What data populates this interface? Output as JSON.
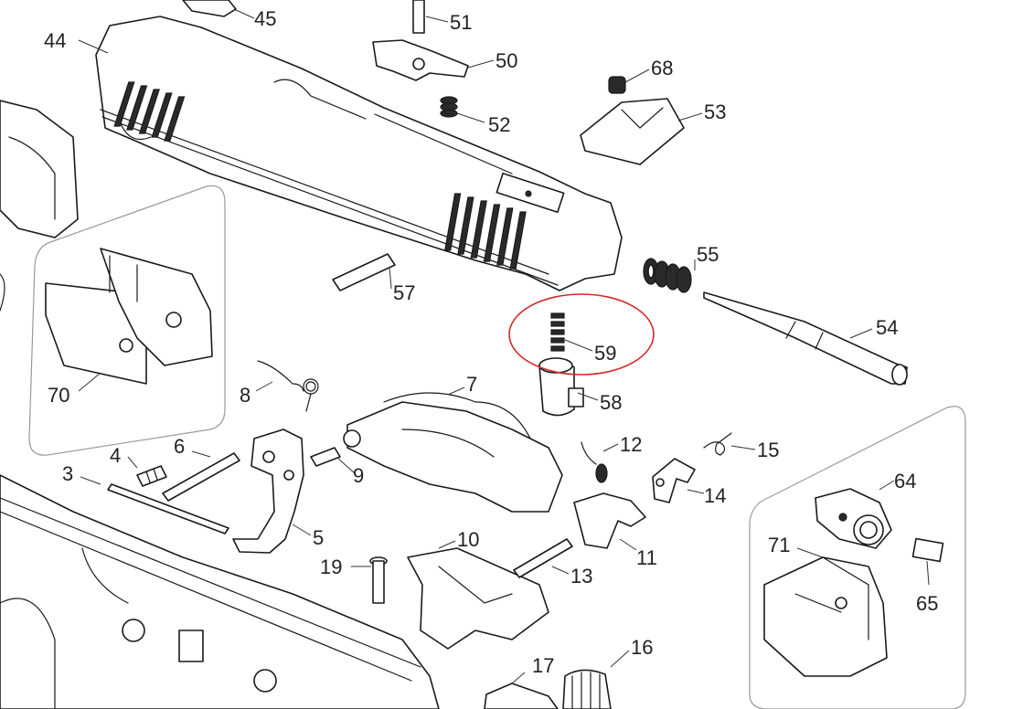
{
  "diagram": {
    "callouts": [
      {
        "id": "44",
        "label": "44"
      },
      {
        "id": "45",
        "label": "45"
      },
      {
        "id": "51",
        "label": "51"
      },
      {
        "id": "50",
        "label": "50"
      },
      {
        "id": "68",
        "label": "68"
      },
      {
        "id": "52",
        "label": "52"
      },
      {
        "id": "53",
        "label": "53"
      },
      {
        "id": "55",
        "label": "55"
      },
      {
        "id": "57",
        "label": "57"
      },
      {
        "id": "59",
        "label": "59"
      },
      {
        "id": "54",
        "label": "54"
      },
      {
        "id": "70",
        "label": "70"
      },
      {
        "id": "8",
        "label": "8"
      },
      {
        "id": "7",
        "label": "7"
      },
      {
        "id": "58",
        "label": "58"
      },
      {
        "id": "12",
        "label": "12"
      },
      {
        "id": "15",
        "label": "15"
      },
      {
        "id": "6",
        "label": "6"
      },
      {
        "id": "4",
        "label": "4"
      },
      {
        "id": "3",
        "label": "3"
      },
      {
        "id": "9",
        "label": "9"
      },
      {
        "id": "14",
        "label": "14"
      },
      {
        "id": "64",
        "label": "64"
      },
      {
        "id": "5",
        "label": "5"
      },
      {
        "id": "10",
        "label": "10"
      },
      {
        "id": "11",
        "label": "11"
      },
      {
        "id": "71",
        "label": "71"
      },
      {
        "id": "19",
        "label": "19"
      },
      {
        "id": "13",
        "label": "13"
      },
      {
        "id": "65",
        "label": "65"
      },
      {
        "id": "16",
        "label": "16"
      },
      {
        "id": "17",
        "label": "17"
      }
    ],
    "highlight": {
      "target": "59",
      "color": "#d62828"
    }
  }
}
